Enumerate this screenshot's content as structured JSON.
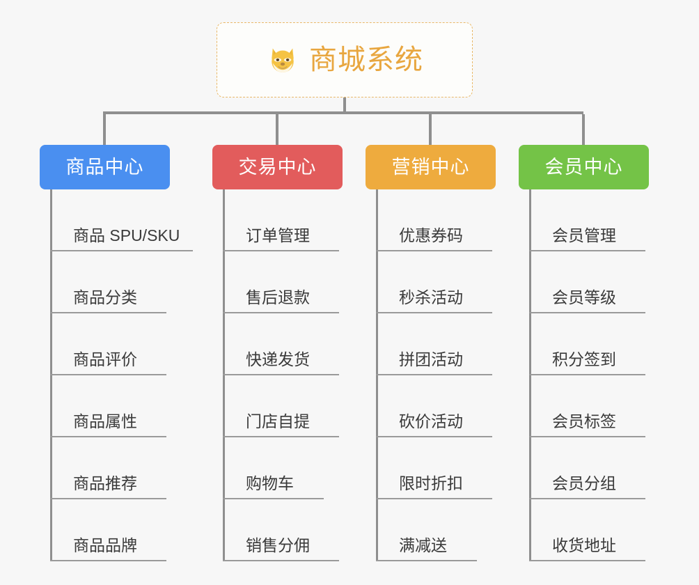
{
  "root": {
    "title": "商城系统",
    "emoji_name": "shiba-dog-face-emoji",
    "title_color": "#e8a63f",
    "border_color": "#e9b868"
  },
  "theme": {
    "background": "#f7f7f7",
    "line_color": "#8f8f8f",
    "leaf_rule_color": "#9a9a9a",
    "leaf_text_color": "#3a3a3a"
  },
  "branches": [
    {
      "label": "商品中心",
      "color": "#4a8ff0",
      "leaves": [
        {
          "label": "商品 SPU/SKU",
          "width": "5"
        },
        {
          "label": "商品分类",
          "width": "4"
        },
        {
          "label": "商品评价",
          "width": "4"
        },
        {
          "label": "商品属性",
          "width": "4"
        },
        {
          "label": "商品推荐",
          "width": "4"
        },
        {
          "label": "商品品牌",
          "width": "4"
        }
      ]
    },
    {
      "label": "交易中心",
      "color": "#e25c5c",
      "leaves": [
        {
          "label": "订单管理",
          "width": "4"
        },
        {
          "label": "售后退款",
          "width": "4"
        },
        {
          "label": "快递发货",
          "width": "4"
        },
        {
          "label": "门店自提",
          "width": "4"
        },
        {
          "label": "购物车",
          "width": "3"
        },
        {
          "label": "销售分佣",
          "width": "4"
        }
      ]
    },
    {
      "label": "营销中心",
      "color": "#eeab3e",
      "leaves": [
        {
          "label": "优惠券码",
          "width": "4"
        },
        {
          "label": "秒杀活动",
          "width": "4"
        },
        {
          "label": "拼团活动",
          "width": "4"
        },
        {
          "label": "砍价活动",
          "width": "4"
        },
        {
          "label": "限时折扣",
          "width": "4"
        },
        {
          "label": "满减送",
          "width": "3"
        }
      ]
    },
    {
      "label": "会员中心",
      "color": "#74c347",
      "leaves": [
        {
          "label": "会员管理",
          "width": "4"
        },
        {
          "label": "会员等级",
          "width": "4"
        },
        {
          "label": "积分签到",
          "width": "4"
        },
        {
          "label": "会员标签",
          "width": "4"
        },
        {
          "label": "会员分组",
          "width": "4"
        },
        {
          "label": "收货地址",
          "width": "4"
        }
      ]
    }
  ]
}
